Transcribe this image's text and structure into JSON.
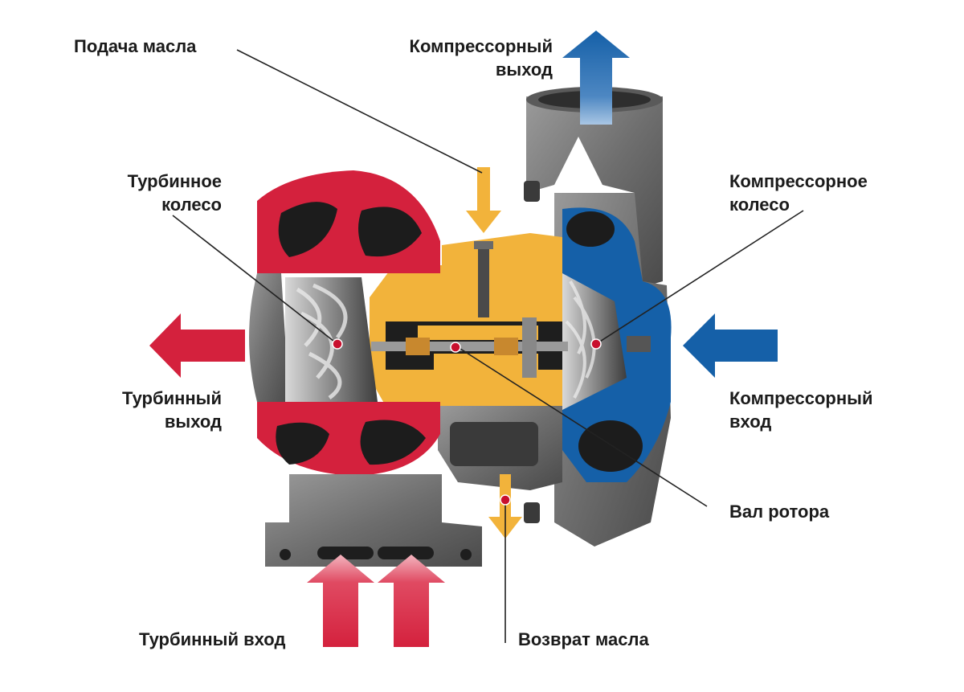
{
  "labels": {
    "oil_supply": "Подача масла",
    "compressor_outlet": [
      "Компрессорный",
      "выход"
    ],
    "turbine_wheel": [
      "Турбинное",
      "колесо"
    ],
    "compressor_wheel": [
      "Компрессорное",
      "колесо"
    ],
    "turbine_outlet": [
      "Турбинный",
      "выход"
    ],
    "compressor_inlet": [
      "Компрессорный",
      "вход"
    ],
    "rotor_shaft": "Вал ротора",
    "turbine_inlet": "Турбинный вход",
    "oil_return": "Возврат масла"
  },
  "colors": {
    "turbine_hot": "#d4213d",
    "compressor_cold": "#1560a8",
    "oil": "#f2b33b",
    "housing_grey": "#7a7a7a",
    "housing_dark": "#4a4a4a",
    "leader_line": "#222222",
    "marker": "#c8102e"
  }
}
